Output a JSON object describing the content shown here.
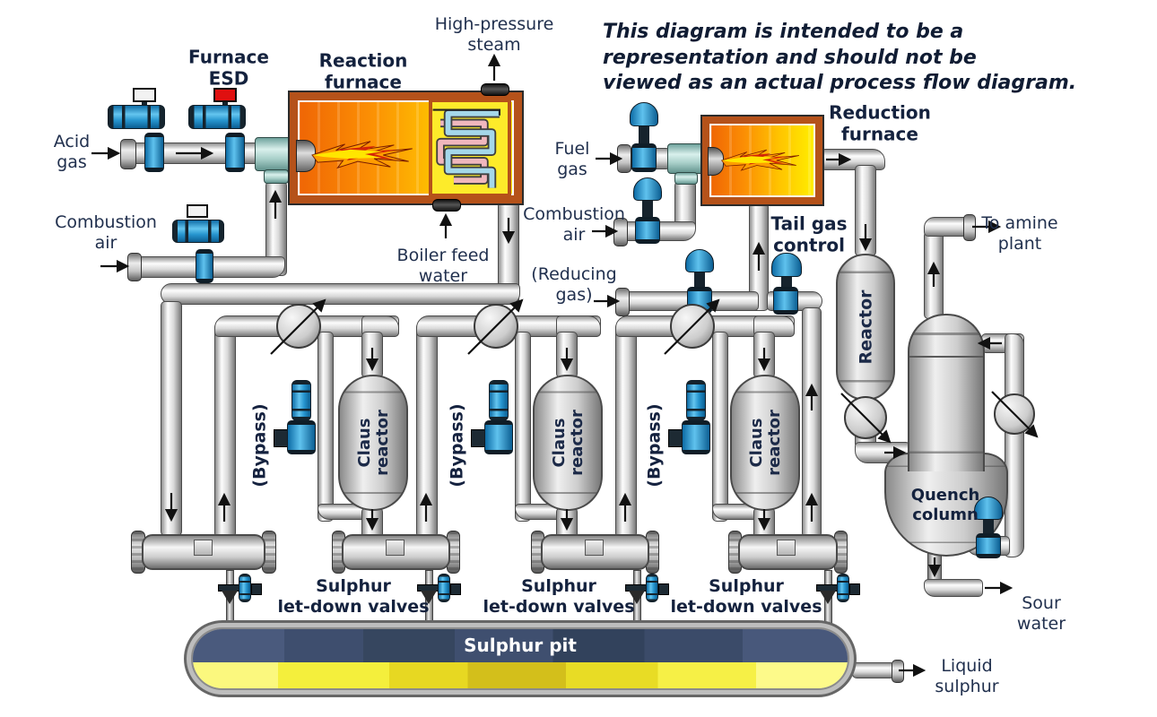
{
  "notice": "This diagram is intended to be a\nrepresentation and should not be\nviewed as an actual process flow diagram.",
  "labels": {
    "furnace_esd": "Furnace\nESD",
    "reaction_furnace": "Reaction\nfurnace",
    "high_pressure_steam": "High-pressure\nsteam",
    "acid_gas": "Acid\ngas",
    "combustion_air_left": "Combustion\nair",
    "boiler_feed_water": "Boiler feed\nwater",
    "fuel_gas": "Fuel\ngas",
    "combustion_air_right": "Combustion\nair",
    "reducing_gas": "(Reducing\ngas)",
    "reduction_furnace": "Reduction\nfurnace",
    "tail_gas_control": "Tail gas\ncontrol",
    "to_amine_plant": "To amine\nplant",
    "reactor": "Reactor",
    "bypass": "(Bypass)",
    "claus_reactor": "Claus\nreactor",
    "sulphur_letdown_valves": "Sulphur\nlet-down valves",
    "sulphur_pit": "Sulphur pit",
    "quench_column": "Quench\ncolumn",
    "sour_water": "Sour\nwater",
    "liquid_sulphur": "Liquid\nsulphur"
  },
  "colors": {
    "label_text": "#1e2b4c",
    "pipe_gray": "#d6d6d6",
    "fitting_teal": "#a8cfc9",
    "valve_blue": "#2795cf",
    "esd_indicator_open": "#f2f2f2",
    "esd_indicator_closed": "#e01010",
    "furnace_frame": "#b5521a",
    "flame_yellow": "#ffe600",
    "flame_orange": "#ff9d00",
    "flame_red": "#d42408",
    "coil_blue": "#a5d8ea",
    "coil_pink": "#f0b7bd",
    "pit_gas_space": "#3d4c6b",
    "pit_sulphur": "#f2ea3a",
    "pit_text": "#ffffff"
  }
}
